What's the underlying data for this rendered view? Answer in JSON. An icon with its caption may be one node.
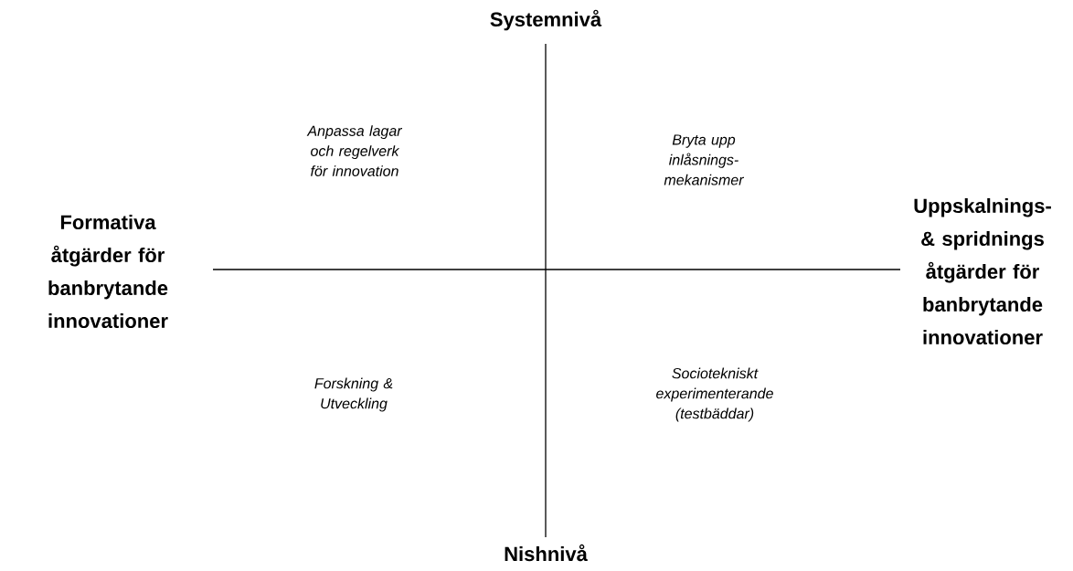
{
  "diagram": {
    "labels": [
      "Systemnivå",
      "Anpassa lagar och regelverk för innovation",
      "Bryta upp inlåsnings- mekanismer",
      "Formativa åtgärder för banbrytande innovationer",
      "Uppskalnings- & spridnings åtgärder för banbrytande innovationer",
      "Forskning & Utveckling",
      "Sociotekniskt experimenterande (testbäddar)",
      "Nishnivå"
    ]
  }
}
